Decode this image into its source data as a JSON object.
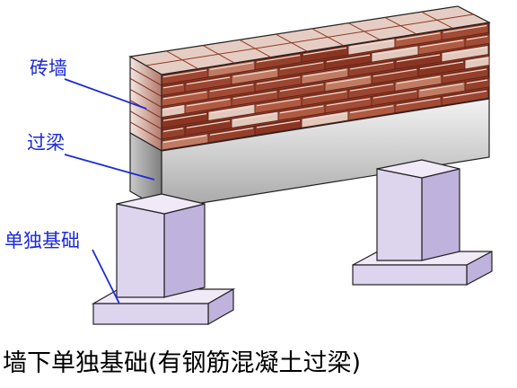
{
  "labels": {
    "brick_wall": "砖墙",
    "lintel": "过梁",
    "isolated_footing": "单独基础"
  },
  "caption": "墙下单独基础(有钢筋混凝土过梁)",
  "colors": {
    "label_text": "#1c2bd6",
    "leader_line": "#1c2bd6",
    "brick_dark": "#8e3a26",
    "brick_mid": "#b56a52",
    "brick_light": "#e9d6cf",
    "mortar": "#5a1e12",
    "lintel_light": "#ececec",
    "lintel_dark": "#9a9a9a",
    "pier_front": "#ddd4ee",
    "pier_side": "#bfb2dc",
    "pier_top": "#efe9f8",
    "outline": "#222222"
  }
}
